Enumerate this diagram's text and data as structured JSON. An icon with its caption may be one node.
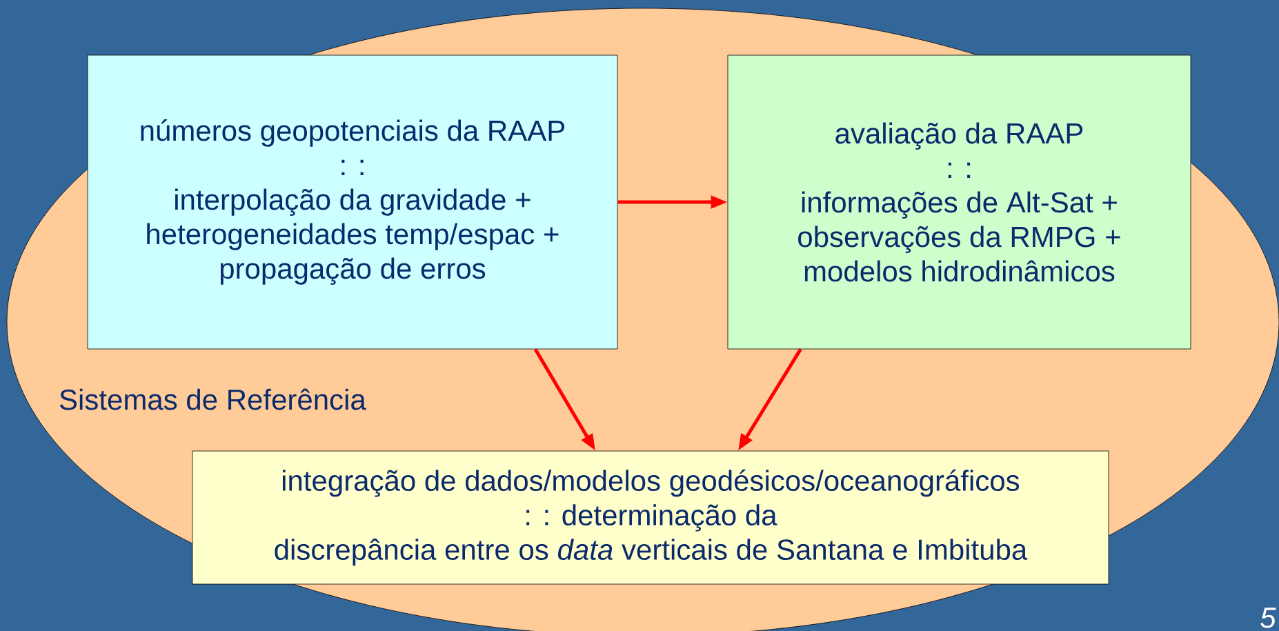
{
  "diagram": {
    "nodes": [
      {
        "text": [
          "Sistemas de Referência"
        ]
      },
      {
        "text": [
          "números geopotenciais da RAAP",
          ": :",
          "interpolação da gravidade +",
          "heterogeneidades temp/espac +",
          "propagação de erros"
        ],
        "in": 0
      },
      {
        "text": [
          "avaliação da RAAP",
          ": :",
          "informações de Alt-Sat +",
          "observações da RMPG +",
          "modelos hidrodinâmicos"
        ],
        "in": 0
      },
      {
        "text": [
          "integração de dados/modelos geodésicos/oceanográficos",
          ": : determinação da",
          "discrepância entre os *data* verticais de Santana e Imbituba"
        ],
        "in": 0
      }
    ],
    "edges": [
      {
        "from": 1,
        "to": 2,
        "arrow": "to"
      },
      {
        "from": 1,
        "to": 3,
        "arrow": "to"
      },
      {
        "from": 2,
        "to": 3,
        "arrow": "to"
      }
    ],
    "labels": [
      "5"
    ]
  }
}
